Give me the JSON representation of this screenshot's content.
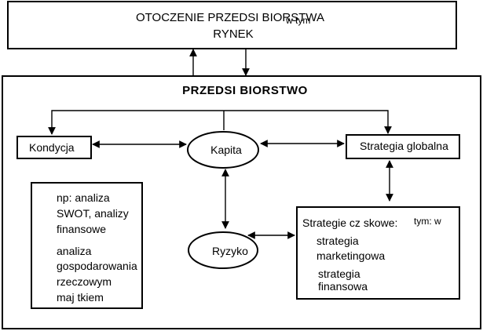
{
  "environment": {
    "line1": "OTOCZENIE PRZEDSI BIORSTWA",
    "line2": "RYNEK",
    "overlay": "w tym"
  },
  "enterprise": {
    "title": "PRZEDSI  BIORSTWO"
  },
  "nodes": {
    "kondycja": "Kondycja",
    "kapital": "Kapita",
    "strategia_globalna": "Strategia globalna",
    "ryzyko": "Ryzyko"
  },
  "analysis_box": {
    "lines": [
      "np: analiza",
      "SWOT, analizy",
      "finansowe",
      "analiza",
      "gospodarowania",
      "rzeczowym",
      "maj tkiem"
    ]
  },
  "strategies_box": {
    "title": "Strategie cz skowe:",
    "overlay": "tym: w",
    "items": [
      "strategia",
      "marketingowa",
      "strategia",
      "finansowa"
    ]
  }
}
